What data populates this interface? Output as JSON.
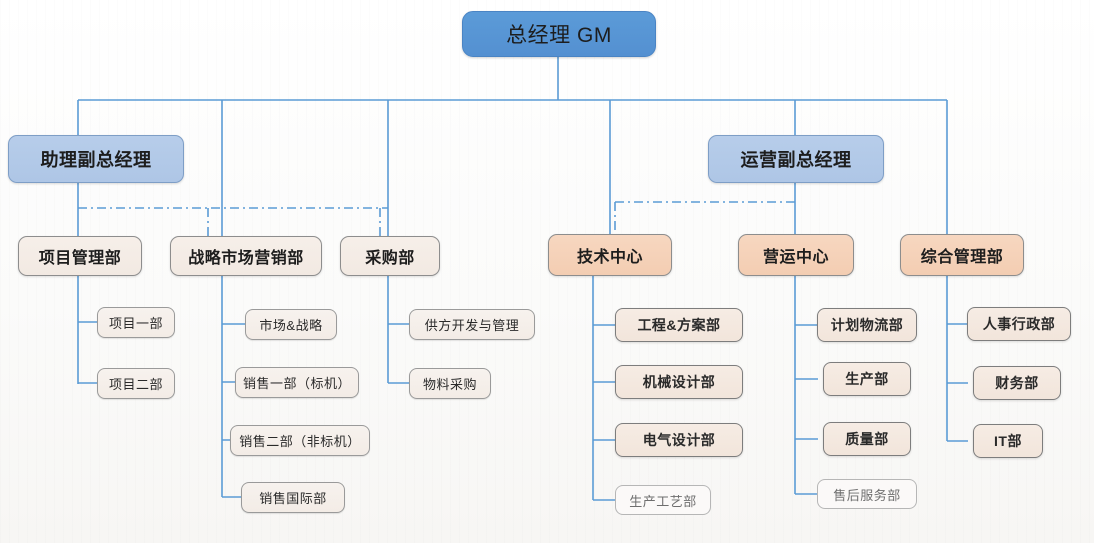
{
  "chart_title": "",
  "colors": {
    "link": "#5b9bd5",
    "dashed_link": "#5b9bd5",
    "gm_fill": "#5b9bd8",
    "vp_fill": "#b7cdea",
    "center_fill": "#f7d7c0",
    "dept_fill": "#f4ece5",
    "team_fill": "#f7f2ee",
    "border_dark": "#8d8d8d",
    "text": "#1d1d1d"
  },
  "nodes": {
    "gm": {
      "label": "总经理 GM"
    },
    "vp_assistant": {
      "label": "助理副总经理"
    },
    "vp_operations": {
      "label": "运营副总经理"
    },
    "dept_project": {
      "label": "项目管理部"
    },
    "dept_marketing": {
      "label": "战略市场营销部"
    },
    "dept_purchasing": {
      "label": "采购部"
    },
    "center_tech": {
      "label": "技术中心"
    },
    "center_ops": {
      "label": "营运中心"
    },
    "dept_general": {
      "label": "综合管理部"
    }
  },
  "teams": {
    "project": [
      {
        "label": "项目一部"
      },
      {
        "label": "项目二部"
      }
    ],
    "marketing": [
      {
        "label": "市场&战略"
      },
      {
        "label": "销售一部（标机）"
      },
      {
        "label": "销售二部（非标机）"
      },
      {
        "label": "销售国际部"
      }
    ],
    "purchasing": [
      {
        "label": "供方开发与管理"
      },
      {
        "label": "物料采购"
      }
    ],
    "tech": [
      {
        "label": "工程&方案部"
      },
      {
        "label": "机械设计部"
      },
      {
        "label": "电气设计部"
      },
      {
        "label": "生产工艺部"
      }
    ],
    "ops": [
      {
        "label": "计划物流部"
      },
      {
        "label": "生产部"
      },
      {
        "label": "质量部"
      },
      {
        "label": "售后服务部"
      }
    ],
    "general": [
      {
        "label": "人事行政部"
      },
      {
        "label": "财务部"
      },
      {
        "label": "IT部"
      }
    ]
  }
}
